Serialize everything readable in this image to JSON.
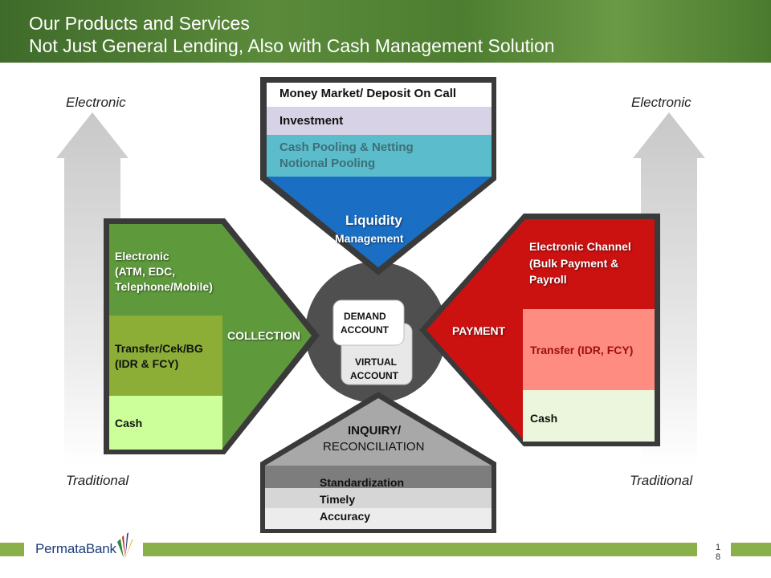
{
  "header": {
    "title_line1": "Our Products and Services",
    "title_line2": "Not Just General Lending, Also with Cash Management Solution"
  },
  "axis": {
    "left_top": "Electronic",
    "left_bottom": "Traditional",
    "right_top": "Electronic",
    "right_bottom": "Traditional"
  },
  "liquidity": {
    "row1": "Money Market/ Deposit On Call",
    "row2": "Investment",
    "row3a": "Cash Pooling & Netting",
    "row3b": "Notional Pooling",
    "title": "Liquidity",
    "subtitle": "Management"
  },
  "collection": {
    "row1a": "Electronic",
    "row1b": "(ATM, EDC,",
    "row1c": "Telephone/Mobile)",
    "row2a": "Transfer/Cek/BG",
    "row2b": "(IDR & FCY)",
    "row3": "Cash",
    "title": "COLLECTION"
  },
  "payment": {
    "row1a": "Electronic Channel",
    "row1b": "(Bulk Payment &",
    "row1c": "Payroll",
    "row2": "Transfer (IDR, FCY)",
    "row3": "Cash",
    "title": "PAYMENT"
  },
  "center": {
    "demand_a": "DEMAND",
    "demand_b": "ACCOUNT",
    "virtual_a": "VIRTUAL",
    "virtual_b": "ACCOUNT"
  },
  "inquiry": {
    "title_a": "INQUIRY/",
    "title_b": "RECONCILIATION",
    "row1": "Standardization",
    "row2": "Timely",
    "row3": "Accuracy"
  },
  "footer": {
    "brand": "PermataBank",
    "page_a": "1",
    "page_b": "8"
  },
  "colors": {
    "liquidity_blue": "#1a6fc4",
    "collection_green": "#5e9a3c",
    "payment_red": "#cc1111",
    "center_gray": "#4f4f4f",
    "footer_green": "#8ab04a"
  }
}
